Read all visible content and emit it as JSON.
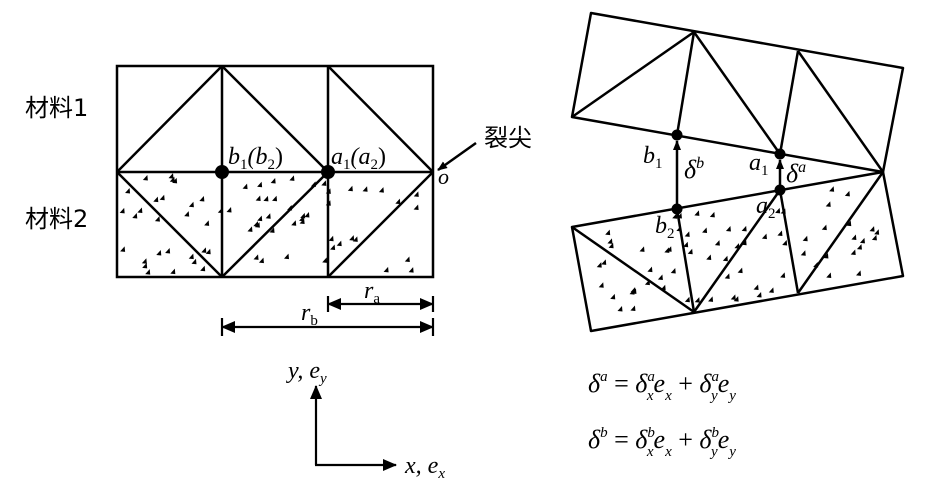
{
  "left_mesh": {
    "material1_label": "材料1",
    "material2_label": "材料2",
    "node_b": "b",
    "node_b_sub1": "1",
    "node_b_paren": "(b",
    "node_b_sub2": "2",
    "node_a": "a",
    "node_a_sub1": "1",
    "node_a_paren": "(a",
    "node_a_sub2": "2",
    "close_paren": ")",
    "crack_tip_label": "裂尖",
    "origin_label": "o",
    "ra_label": "r",
    "ra_sub": "a",
    "rb_label": "r",
    "rb_sub": "b"
  },
  "axes": {
    "y_label": "y, e",
    "y_sub": "y",
    "x_label": "x, e",
    "x_sub": "x"
  },
  "right_mesh": {
    "b1": "b",
    "b1_sub": "1",
    "b2": "b",
    "b2_sub": "2",
    "a1": "a",
    "a1_sub": "1",
    "a2": "a",
    "a2_sub": "2",
    "delta_b": "δ",
    "delta_b_sup": "b",
    "delta_a": "δ",
    "delta_a_sup": "a"
  },
  "equations": {
    "eq_a": {
      "lhs": "δ",
      "lhs_sup": "a",
      "eq": " = ",
      "t1": "δ",
      "t1_sup": "a",
      "t1_sub": "x",
      "e1": "e",
      "e1_sub": "x",
      "plus": " + ",
      "t2": "δ",
      "t2_sup": "a",
      "t2_sub": "y",
      "e2": "e",
      "e2_sub": "y"
    },
    "eq_b": {
      "lhs": "δ",
      "lhs_sup": "b",
      "eq": " = ",
      "t1": "δ",
      "t1_sup": "b",
      "t1_sub": "x",
      "e1": "e",
      "e1_sub": "x",
      "plus": " + ",
      "t2": "δ",
      "t2_sup": "b",
      "t2_sub": "y",
      "e2": "e",
      "e2_sub": "y"
    }
  }
}
